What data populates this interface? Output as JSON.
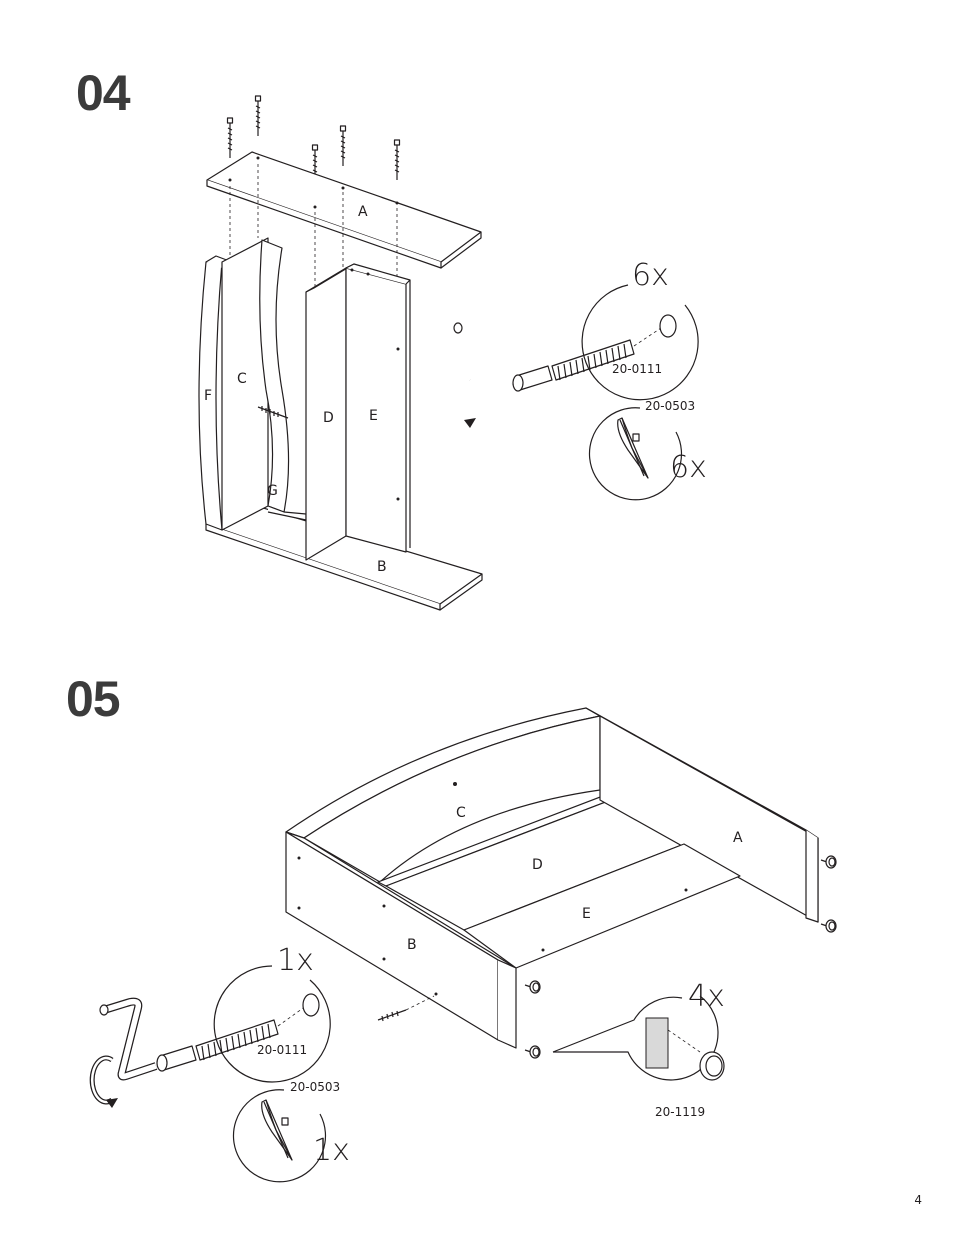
{
  "steps": [
    {
      "number": "04",
      "panel_labels": {
        "a": "A",
        "b": "B",
        "c": "C",
        "d": "D",
        "e": "E",
        "f": "F",
        "g": "G"
      },
      "screw_callout": {
        "qty": "6x",
        "code": "20-0111"
      },
      "cam_callout": {
        "qty": "6x",
        "code": "20-0503"
      }
    },
    {
      "number": "05",
      "panel_labels": {
        "a": "A",
        "b": "B",
        "c": "C",
        "d": "D",
        "e": "E"
      },
      "screw_callout": {
        "qty": "1x",
        "code": "20-0111"
      },
      "cam_callout": {
        "qty": "1x",
        "code": "20-0503"
      },
      "foot_callout": {
        "qty": "4x",
        "code": "20-1119"
      }
    }
  ],
  "page_number": "4"
}
